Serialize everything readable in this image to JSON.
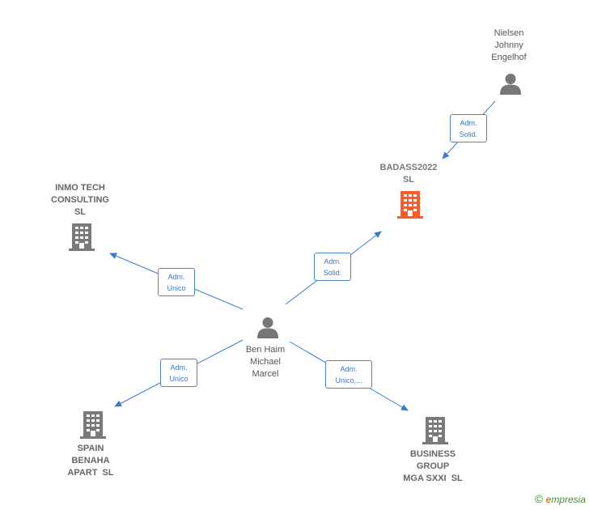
{
  "nodes": {
    "nielsen": {
      "lines": [
        "Nielsen",
        "Johnny",
        "Engelhof"
      ]
    },
    "badass": {
      "lines": [
        "BADASS2022",
        "SL"
      ]
    },
    "inmo": {
      "lines": [
        "INMO TECH",
        "CONSULTING",
        "SL"
      ]
    },
    "benhaim": {
      "lines": [
        "Ben Haim",
        "Michael",
        "Marcel"
      ]
    },
    "spain": {
      "lines": [
        "SPAIN",
        "BENAHA",
        "APART  SL"
      ]
    },
    "business": {
      "lines": [
        "BUSINESS",
        "GROUP",
        "MGA SXXI  SL"
      ]
    }
  },
  "roles": {
    "nielsen_badass": [
      "Adm.",
      "Solid."
    ],
    "ben_badass": [
      "Adm.",
      "Solid."
    ],
    "ben_inmo": [
      "Adm.",
      "Unico"
    ],
    "ben_spain": [
      "Adm.",
      "Unico"
    ],
    "ben_business": [
      "Adm.",
      "Unico,..."
    ]
  },
  "colors": {
    "edge": "#3a7ccc",
    "person": "#777777",
    "company": "#7a7a7a",
    "focus_company": "#ff5a2a"
  },
  "watermark": {
    "copyright": "©",
    "brand_initial": "e",
    "brand_rest": "mpresia"
  }
}
